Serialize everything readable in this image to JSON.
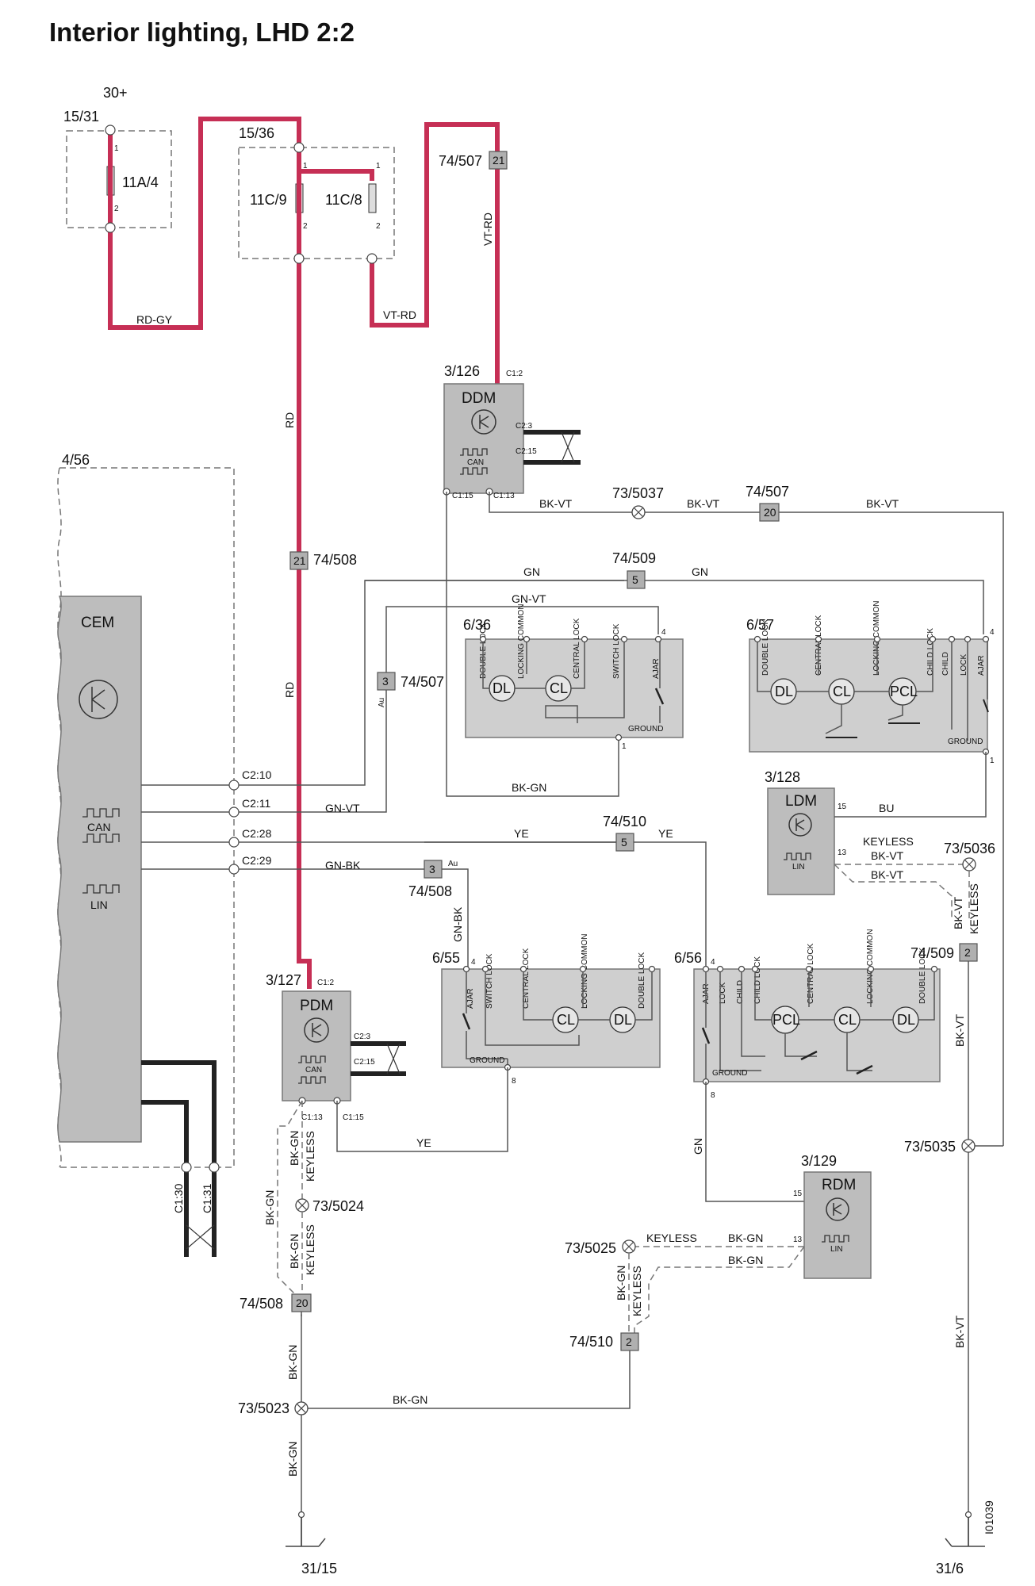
{
  "title": "Interior lighting, LHD 2:2",
  "image_id": "I01039",
  "fuses": {
    "f1": {
      "box": "15/31",
      "name": "11A/4",
      "supply": "30+"
    },
    "f2": {
      "box": "15/36",
      "name": "11C/9"
    },
    "f3": {
      "name": "11C/8"
    }
  },
  "modules": {
    "ddm": {
      "ref": "3/126",
      "name": "DDM",
      "bus": "CAN"
    },
    "pdm": {
      "ref": "3/127",
      "name": "PDM",
      "bus": "CAN"
    },
    "ldm": {
      "ref": "3/128",
      "name": "LDM",
      "bus": "LIN"
    },
    "rdm": {
      "ref": "3/129",
      "name": "RDM",
      "bus": "LIN"
    },
    "cem": {
      "ref": "4/56",
      "name": "CEM",
      "bus1": "CAN",
      "bus2": "LIN"
    }
  },
  "switch_units": {
    "u636": {
      "ref": "6/36",
      "labels": [
        "DOUBLE LOCK",
        "LOCKING COMMON",
        "CENTRAL LOCK",
        "SWITCH LOCK",
        "AJAR"
      ],
      "motors": [
        "DL",
        "CL"
      ],
      "ground": "GROUND"
    },
    "u657": {
      "ref": "6/57",
      "labels": [
        "DOUBLE LOCK",
        "CENTRAL LOCK",
        "LOCKING COMMON",
        "CHILD LOCK",
        "CHILD",
        "LOCK",
        "AJAR"
      ],
      "motors": [
        "DL",
        "CL",
        "PCL"
      ],
      "ground": "GROUND"
    },
    "u655": {
      "ref": "6/55",
      "labels": [
        "AJAR",
        "SWITCH LOCK",
        "CENTRAL LOCK",
        "LOCKING COMMON",
        "DOUBLE LOCK"
      ],
      "motors": [
        "CL",
        "DL"
      ],
      "ground": "GROUND"
    },
    "u656": {
      "ref": "6/56",
      "labels": [
        "AJAR",
        "LOCK",
        "CHILD",
        "CHILD LOCK",
        "CENTRAL LOCK",
        "LOCKING COMMON",
        "DOUBLE LOCK"
      ],
      "motors": [
        "PCL",
        "CL",
        "DL"
      ],
      "ground": "GROUND"
    }
  },
  "connectors": {
    "c74507a": {
      "ref": "74/507",
      "pin": "21"
    },
    "c74508a": {
      "ref": "74/508",
      "pin": "21"
    },
    "c74507b": {
      "ref": "74/507",
      "pin": "20"
    },
    "c74509a": {
      "ref": "74/509",
      "pin": "5"
    },
    "c74507c": {
      "ref": "74/507",
      "pin": "3"
    },
    "c74510a": {
      "ref": "74/510",
      "pin": "5"
    },
    "c74508b": {
      "ref": "74/508",
      "pin": "3"
    },
    "c74509b": {
      "ref": "74/509",
      "pin": "2"
    },
    "c74508c": {
      "ref": "74/508",
      "pin": "20"
    },
    "c74510b": {
      "ref": "74/510",
      "pin": "2"
    }
  },
  "splices": {
    "s5037": "73/5037",
    "s5036": "73/5036",
    "s5024": "73/5024",
    "s5035": "73/5035",
    "s5025": "73/5025",
    "s5023": "73/5023"
  },
  "grounds": {
    "g1": "31/15",
    "g2": "31/6"
  },
  "pins": {
    "p1": "1",
    "p2": "2",
    "c12": "C1:2",
    "c23": "C2:3",
    "c215": "C2:15",
    "c115": "C1:15",
    "c113": "C1:13",
    "c210": "C2:10",
    "c211": "C2:11",
    "c228": "C2:28",
    "c229": "C2:29",
    "c130": "C1:30",
    "c131": "C1:31",
    "p4": "4",
    "p8": "8",
    "p15": "15",
    "p13": "13",
    "au": "Au"
  },
  "wires": {
    "rdgy": "RD-GY",
    "vtrd": "VT-RD",
    "rd": "RD",
    "bkvt": "BK-VT",
    "gn": "GN",
    "gnvt": "GN-VT",
    "bkgn": "BK-GN",
    "ye": "YE",
    "gnbk": "GN-BK",
    "bu": "BU",
    "keyless": "KEYLESS"
  }
}
